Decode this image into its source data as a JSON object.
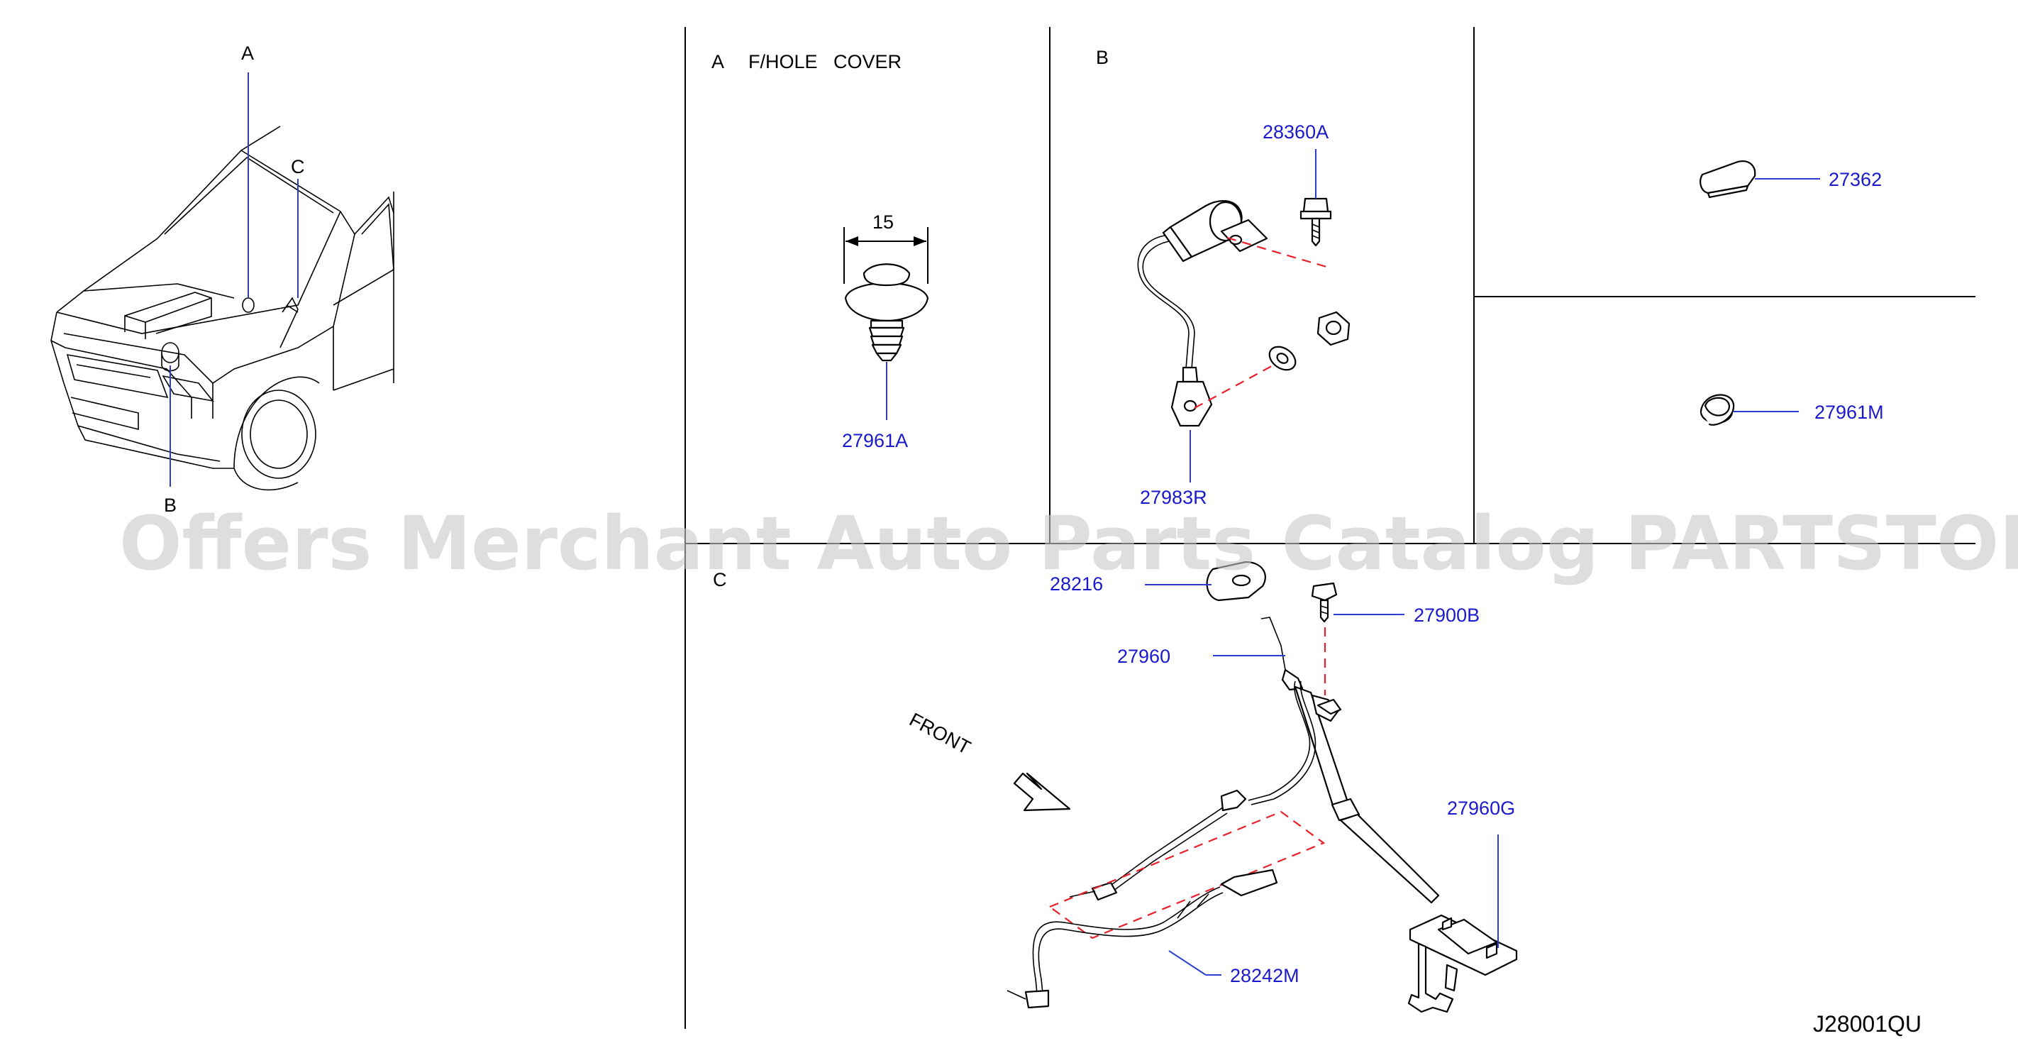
{
  "overview": {
    "callouts": [
      "A",
      "C",
      "B"
    ]
  },
  "sections": {
    "a": {
      "letter": "A",
      "title": "F/HOLE   COVER",
      "dimension": "15",
      "part": "27961A"
    },
    "b": {
      "letter": "B",
      "parts": [
        "28360A",
        "27983R"
      ]
    },
    "d": {
      "part": "27362"
    },
    "e": {
      "part": "27961M"
    },
    "c": {
      "letter": "C",
      "front_label": "FRONT",
      "parts": [
        "28216",
        "27900B",
        "27960",
        "27960G",
        "28242M"
      ]
    }
  },
  "diagram_code": "J28001QU",
  "watermark": "Offers Merchant Auto Parts Catalog PARTSTORE.SA",
  "colors": {
    "part_number": "#1a1acc",
    "leader": "#2a3fd0",
    "dashed_guide": "#e8202a",
    "line": "#000000",
    "watermark": "#c8c8c8"
  }
}
